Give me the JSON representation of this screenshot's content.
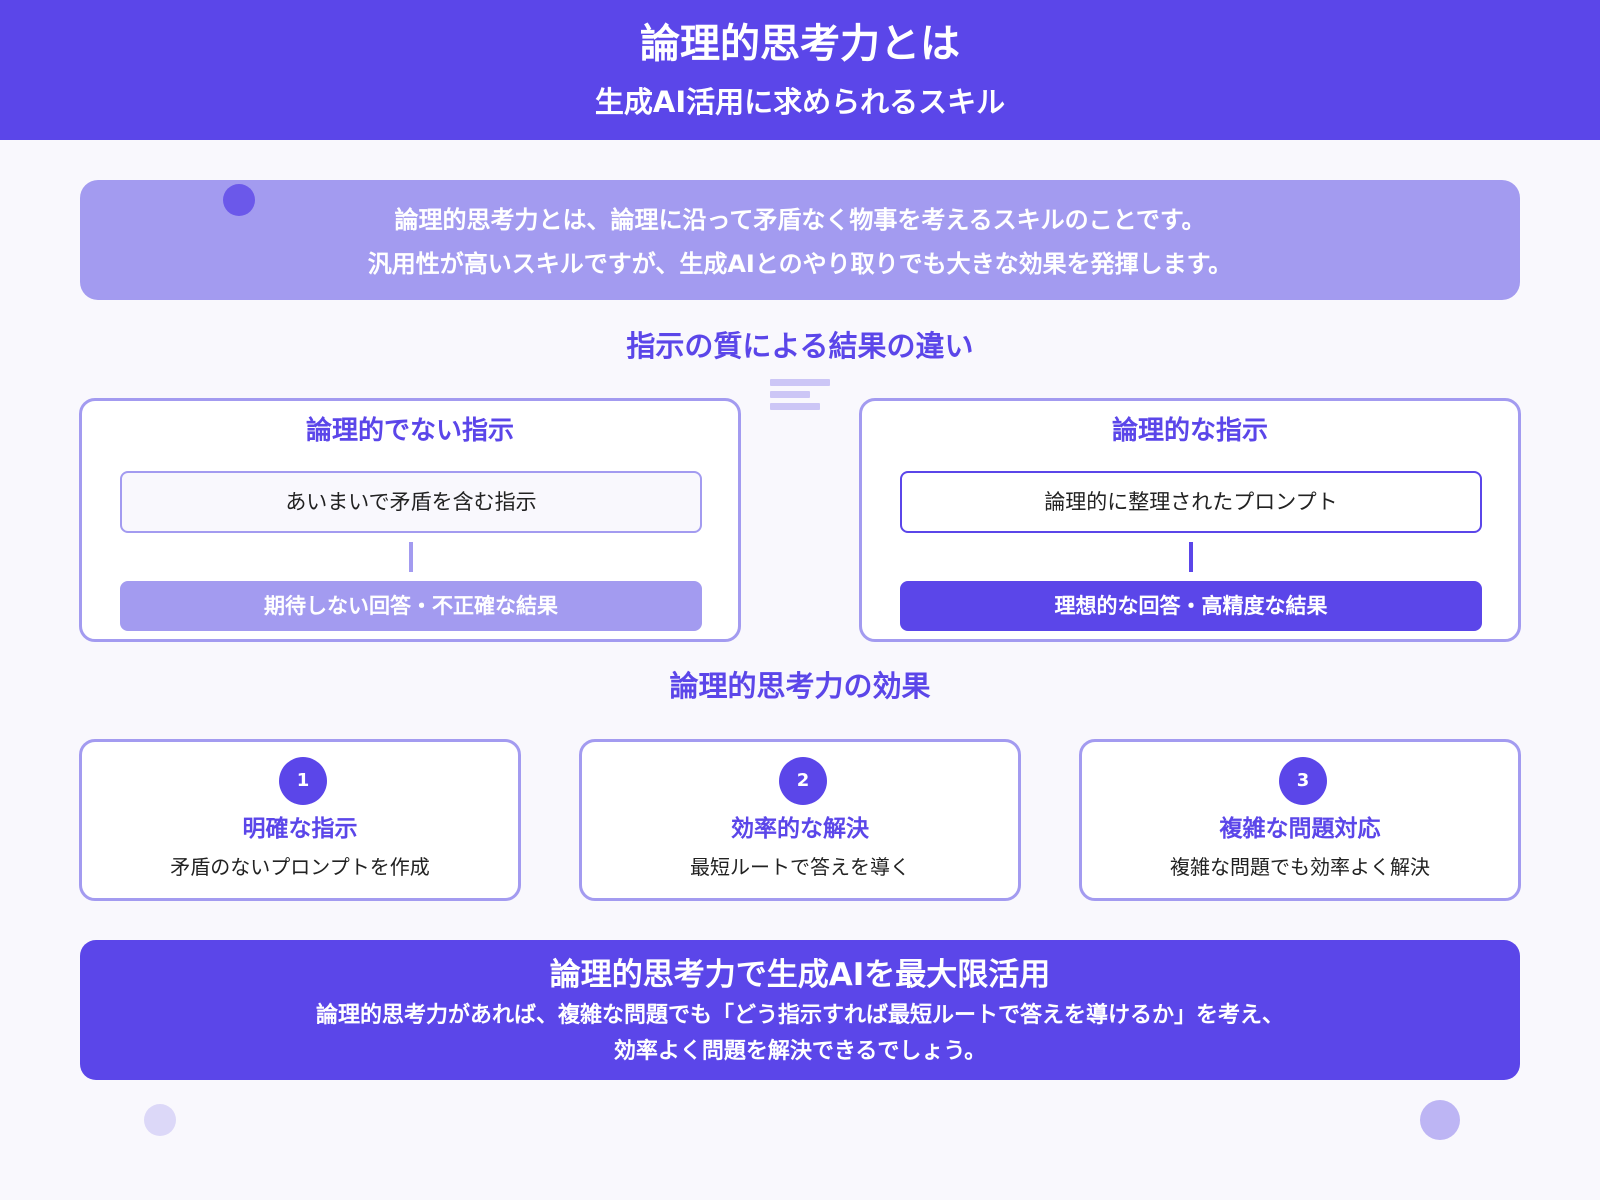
{
  "header": {
    "title": "論理的思考力とは",
    "subtitle": "生成AI活用に求められるスキル"
  },
  "intro": {
    "line1": "論理的思考力とは、論理に沿って矛盾なく物事を考えるスキルのことです。",
    "line2": "汎用性が高いスキルですが、生成AIとのやり取りでも大きな効果を発揮します。"
  },
  "comparison": {
    "title": "指示の質による結果の違い",
    "left": {
      "title": "論理的でない指示",
      "prompt": "あいまいで矛盾を含む指示",
      "result": "期待しない回答・不正確な結果"
    },
    "right": {
      "title": "論理的な指示",
      "prompt": "論理的に整理されたプロンプト",
      "result": "理想的な回答・高精度な結果"
    }
  },
  "effects": {
    "title": "論理的思考力の効果",
    "items": [
      {
        "number": "1",
        "title": "明確な指示",
        "desc": "矛盾のないプロンプトを作成"
      },
      {
        "number": "2",
        "title": "効率的な解決",
        "desc": "最短ルートで答えを導く"
      },
      {
        "number": "3",
        "title": "複雑な問題対応",
        "desc": "複雑な問題でも効率よく解決"
      }
    ]
  },
  "summary": {
    "title": "論理的思考力で生成AIを最大限活用",
    "line1": "論理的思考力があれば、複雑な問題でも「どう指示すれば最短ルートで答えを導けるか」を考え、",
    "line2": "効率よく問題を解決できるでしょう。"
  },
  "colors": {
    "primary": "#5b46e9",
    "light": "#a39bf0",
    "background": "#f9f8fd"
  }
}
